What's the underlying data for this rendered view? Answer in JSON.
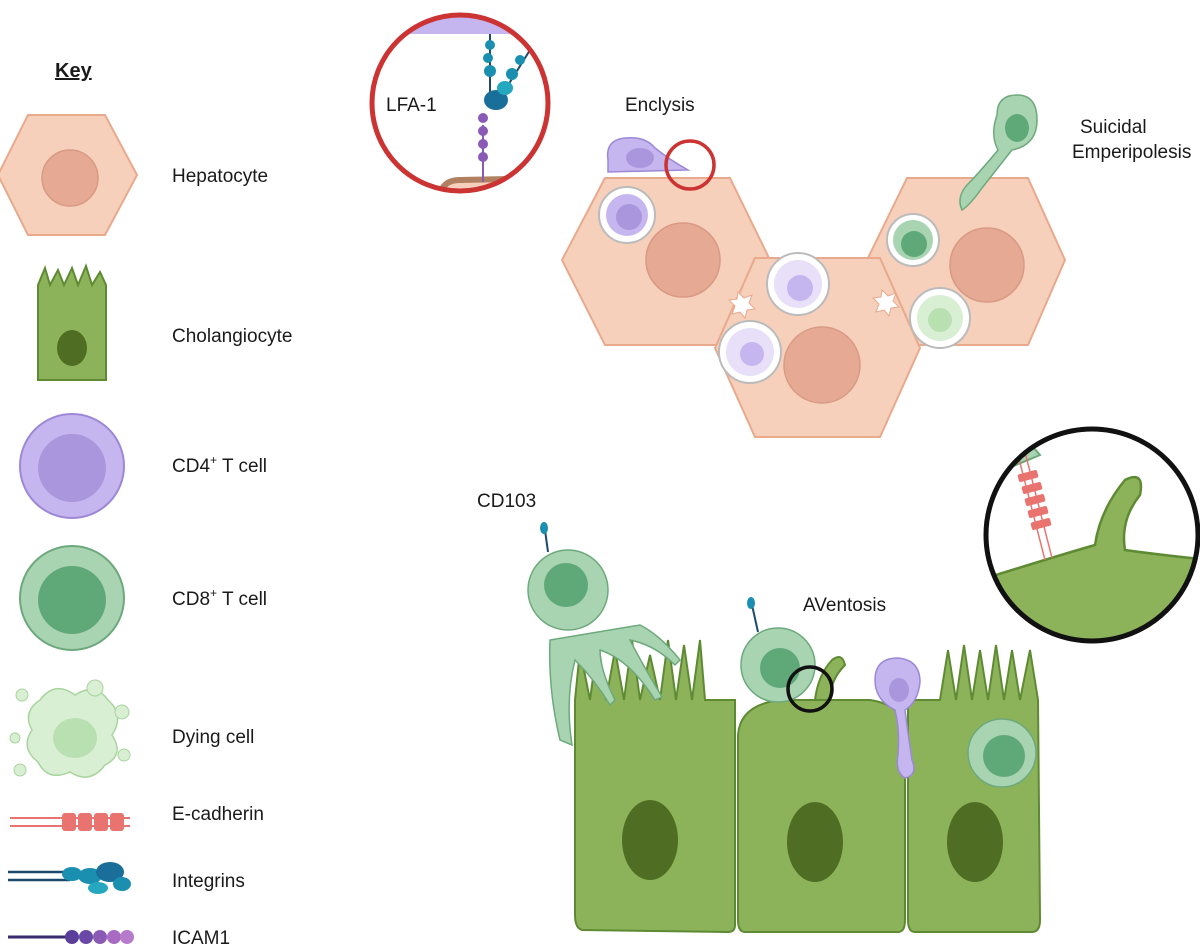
{
  "key": {
    "title": "Key",
    "items": [
      {
        "id": "hepatocyte",
        "label": "Hepatocyte"
      },
      {
        "id": "cholangiocyte",
        "label": "Cholangiocyte"
      },
      {
        "id": "cd4",
        "label": "CD4",
        "sup": "+",
        "suffix": " T cell"
      },
      {
        "id": "cd8",
        "label": "CD8",
        "sup": "+",
        "suffix": " T cell"
      },
      {
        "id": "dying",
        "label": "Dying cell"
      },
      {
        "id": "ecadherin",
        "label": "E-cadherin"
      },
      {
        "id": "integrins",
        "label": "Integrins"
      },
      {
        "id": "icam1",
        "label": "ICAM1"
      }
    ]
  },
  "labels": {
    "lfa1": "LFA-1",
    "enclysis": "Enclysis",
    "suicidal_line1": "Suicidal",
    "suicidal_line2": "Emperipolesis",
    "cd103": "CD103",
    "aventosis": "AVentosis"
  },
  "colors": {
    "hepatocyte": "#f6d0bb",
    "hepatocyte_edge": "#e8a98c",
    "hepatocyte_nucleus": "#e6a994",
    "cholangiocyte": "#8db35a",
    "cholangiocyte_edge": "#5e8a33",
    "cholangiocyte_nucleus": "#4f6e23",
    "cd4": "#c6b6ef",
    "cd4_nucleus": "#a996dc",
    "cd8": "#a9d4b2",
    "cd8_nucleus": "#5fa979",
    "ecadherin": "#e8736f",
    "integrin": "#1a8fb0",
    "icam1": "#8a5ab5",
    "red_ring": "#cc3333",
    "black_ring": "#111111"
  }
}
